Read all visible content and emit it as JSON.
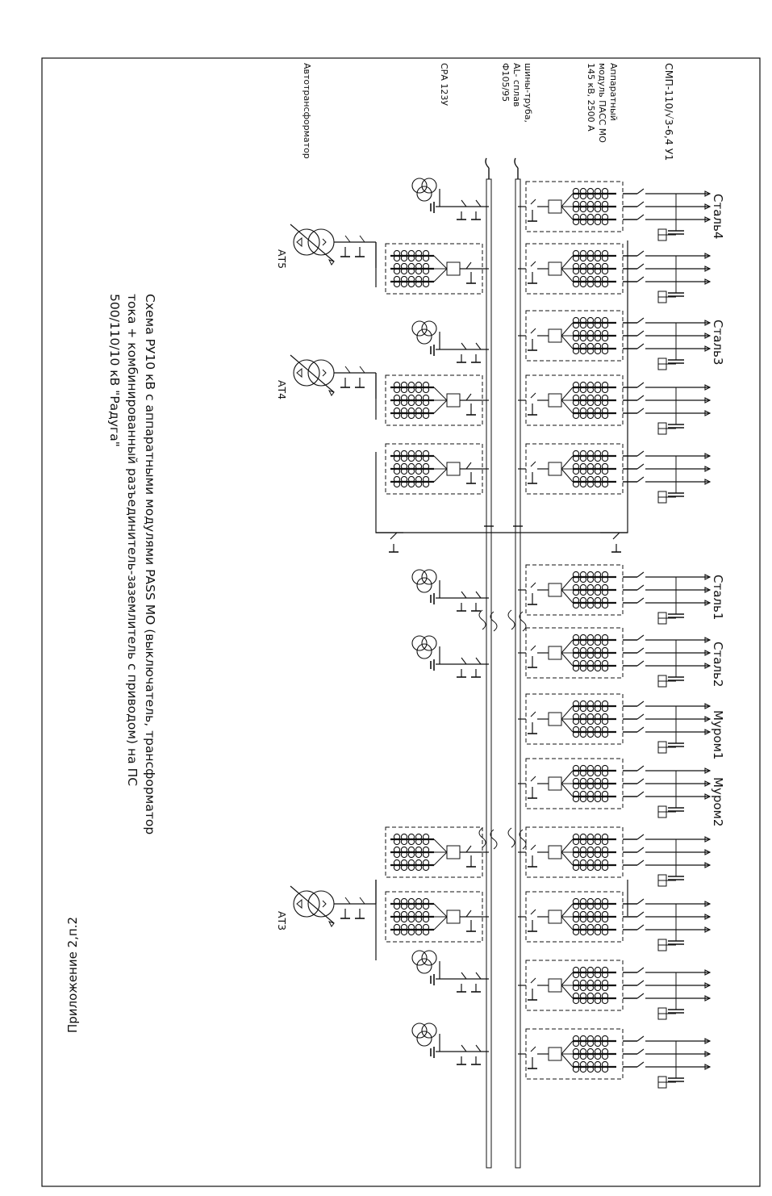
{
  "sheet": {
    "appendix": "Приложение 2,п.2"
  },
  "caption": {
    "line1": "Схема РУ10 кВ с аппаратными модулями PASS MO (выключатель, трансформатор",
    "line2": "тока + комбинированный разъединитель-заземлитель с приводом) на ПС",
    "line3": "500/110/10 кВ \"Радуга\""
  },
  "header_labels": {
    "surge": "СМП-110/√3-6,4 У1",
    "module_l1": "Аппаратный",
    "module_l2": "модуль ПАСС МО",
    "module_l3": "145 кВ, 2500 А",
    "bus_l1": "шины-труба,",
    "bus_l2": "AL- сплав",
    "bus_l3": "Ф105/95",
    "cpa": "СРА 123У",
    "autotransformer": "Автотрансформатор"
  },
  "lines": [
    "Сталь4",
    "Сталь3",
    "Сталь1",
    "Сталь2",
    "Муром1",
    "Муром2"
  ],
  "transformers": [
    "АТ5",
    "АТ4",
    "АТ3"
  ],
  "colors": {
    "ink": "#111111",
    "paper": "#ffffff",
    "frame": "#333333"
  }
}
